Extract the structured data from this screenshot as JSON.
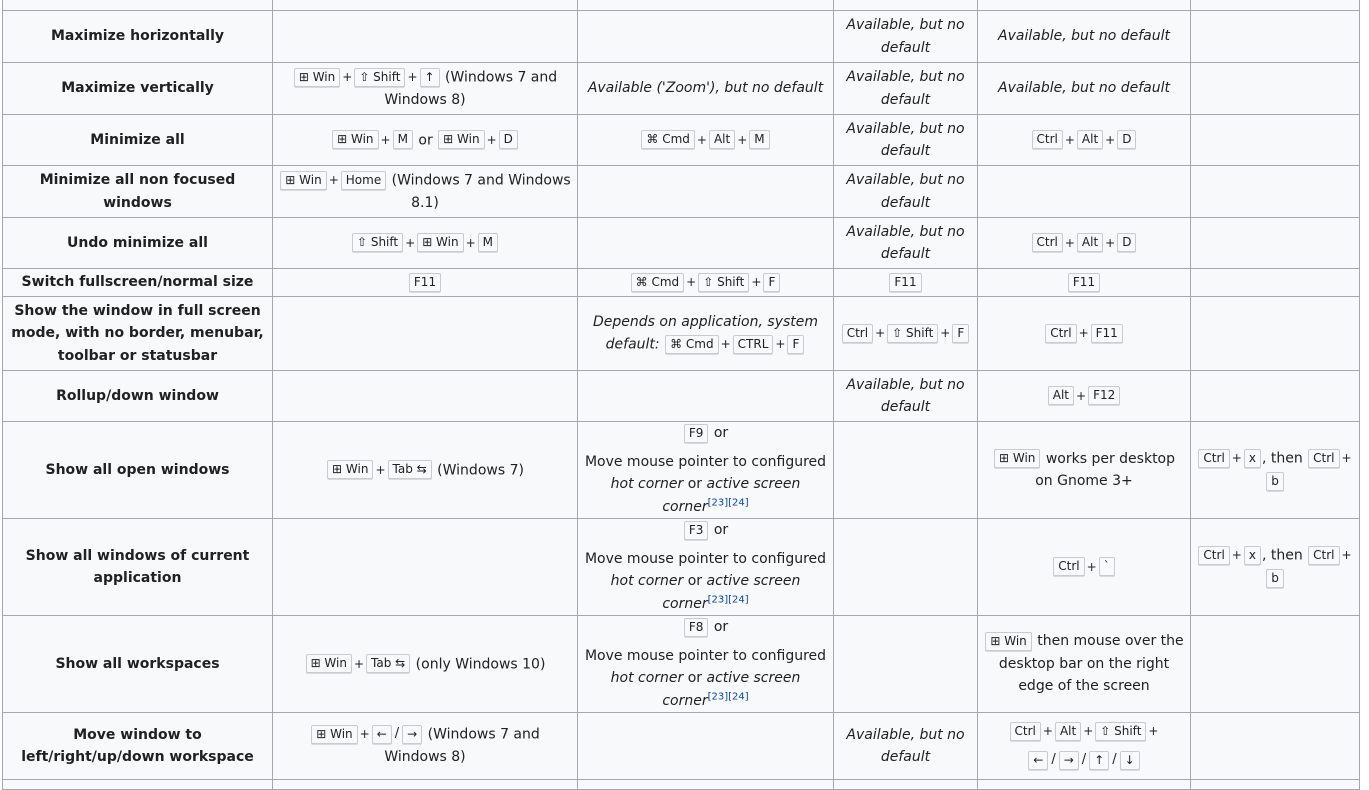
{
  "rows": [
    {
      "label": "",
      "win": [],
      "mac": [],
      "kde": [],
      "gnome": [],
      "emacs": []
    },
    {
      "label": "Maximize horizontally",
      "win": [],
      "mac": [],
      "kde": [
        {
          "t": "i",
          "v": "Available, but no default"
        }
      ],
      "gnome": [
        {
          "t": "i",
          "v": "Available, but no default"
        }
      ],
      "emacs": []
    },
    {
      "label": "Maximize vertically",
      "win": [
        {
          "t": "k",
          "v": "⊞ Win"
        },
        {
          "t": "p"
        },
        {
          "t": "k",
          "v": "⇧ Shift"
        },
        {
          "t": "p"
        },
        {
          "t": "k",
          "v": "↑"
        },
        {
          "t": "s",
          "v": " (Windows 7 and Windows 8)"
        }
      ],
      "mac": [
        {
          "t": "i",
          "v": "Available ('Zoom'), but no default"
        }
      ],
      "kde": [
        {
          "t": "i",
          "v": "Available, but no default"
        }
      ],
      "gnome": [
        {
          "t": "i",
          "v": "Available, but no default"
        }
      ],
      "emacs": []
    },
    {
      "label": "Minimize all",
      "win": [
        {
          "t": "k",
          "v": "⊞ Win"
        },
        {
          "t": "p"
        },
        {
          "t": "k",
          "v": "M"
        },
        {
          "t": "s",
          "v": " or "
        },
        {
          "t": "k",
          "v": "⊞ Win"
        },
        {
          "t": "p"
        },
        {
          "t": "k",
          "v": "D"
        }
      ],
      "mac": [
        {
          "t": "k",
          "v": "⌘ Cmd"
        },
        {
          "t": "p"
        },
        {
          "t": "k",
          "v": "Alt"
        },
        {
          "t": "p"
        },
        {
          "t": "k",
          "v": "M"
        }
      ],
      "kde": [
        {
          "t": "i",
          "v": "Available, but no default"
        }
      ],
      "gnome": [
        {
          "t": "k",
          "v": "Ctrl"
        },
        {
          "t": "p"
        },
        {
          "t": "k",
          "v": "Alt"
        },
        {
          "t": "p"
        },
        {
          "t": "k",
          "v": "D"
        }
      ],
      "emacs": []
    },
    {
      "label": "Minimize all non focused windows",
      "win": [
        {
          "t": "k",
          "v": "⊞ Win"
        },
        {
          "t": "p"
        },
        {
          "t": "k",
          "v": "Home"
        },
        {
          "t": "s",
          "v": " (Windows 7 and Windows 8.1)"
        }
      ],
      "mac": [],
      "kde": [
        {
          "t": "i",
          "v": "Available, but no default"
        }
      ],
      "gnome": [],
      "emacs": []
    },
    {
      "label": "Undo minimize all",
      "win": [
        {
          "t": "k",
          "v": "⇧ Shift"
        },
        {
          "t": "p"
        },
        {
          "t": "k",
          "v": "⊞ Win"
        },
        {
          "t": "p"
        },
        {
          "t": "k",
          "v": "M"
        }
      ],
      "mac": [],
      "kde": [
        {
          "t": "i",
          "v": "Available, but no default"
        }
      ],
      "gnome": [
        {
          "t": "k",
          "v": "Ctrl"
        },
        {
          "t": "p"
        },
        {
          "t": "k",
          "v": "Alt"
        },
        {
          "t": "p"
        },
        {
          "t": "k",
          "v": "D"
        }
      ],
      "emacs": []
    },
    {
      "label": "Switch fullscreen/normal size",
      "win": [
        {
          "t": "k",
          "v": "F11"
        }
      ],
      "mac": [
        {
          "t": "k",
          "v": "⌘ Cmd"
        },
        {
          "t": "p"
        },
        {
          "t": "k",
          "v": "⇧ Shift"
        },
        {
          "t": "p"
        },
        {
          "t": "k",
          "v": "F"
        }
      ],
      "kde": [
        {
          "t": "k",
          "v": "F11"
        }
      ],
      "gnome": [
        {
          "t": "k",
          "v": "F11"
        }
      ],
      "emacs": []
    },
    {
      "label": "Show the window in full screen mode, with no border, menubar, toolbar or statusbar",
      "win": [],
      "mac": [
        {
          "t": "i",
          "v": "Depends on application, system default:"
        },
        {
          "t": "s",
          "v": " "
        },
        {
          "t": "k",
          "v": "⌘ Cmd"
        },
        {
          "t": "p"
        },
        {
          "t": "k",
          "v": "CTRL"
        },
        {
          "t": "p"
        },
        {
          "t": "k",
          "v": "F"
        }
      ],
      "kde": [
        {
          "t": "k",
          "v": "Ctrl"
        },
        {
          "t": "p"
        },
        {
          "t": "k",
          "v": "⇧ Shift"
        },
        {
          "t": "p"
        },
        {
          "t": "k",
          "v": "F"
        }
      ],
      "gnome": [
        {
          "t": "k",
          "v": "Ctrl"
        },
        {
          "t": "p"
        },
        {
          "t": "k",
          "v": "F11"
        }
      ],
      "emacs": []
    },
    {
      "label": "Rollup/down window",
      "win": [],
      "mac": [],
      "kde": [
        {
          "t": "i",
          "v": "Available, but no default"
        }
      ],
      "gnome": [
        {
          "t": "k",
          "v": "Alt"
        },
        {
          "t": "p"
        },
        {
          "t": "k",
          "v": "F12"
        }
      ],
      "emacs": []
    },
    {
      "label": "Show all open windows",
      "win": [
        {
          "t": "k",
          "v": "⊞ Win"
        },
        {
          "t": "p"
        },
        {
          "t": "k",
          "v": "Tab ⇆"
        },
        {
          "t": "s",
          "v": " (Windows 7)"
        }
      ],
      "mac": [
        {
          "t": "k",
          "v": "F9"
        },
        {
          "t": "s",
          "v": " or"
        },
        {
          "t": "br"
        },
        {
          "t": "s",
          "v": "Move mouse pointer to configured "
        },
        {
          "t": "i",
          "v": "hot corner"
        },
        {
          "t": "s",
          "v": " or "
        },
        {
          "t": "i",
          "v": "active screen corner"
        },
        {
          "t": "r",
          "v": "[23][24]"
        }
      ],
      "kde": [],
      "gnome": [
        {
          "t": "k",
          "v": "⊞ Win"
        },
        {
          "t": "s",
          "v": " works per desktop on Gnome 3+"
        }
      ],
      "emacs": [
        {
          "t": "k",
          "v": "Ctrl"
        },
        {
          "t": "p"
        },
        {
          "t": "k",
          "v": "x"
        },
        {
          "t": "s",
          "v": ", then "
        },
        {
          "t": "k",
          "v": "Ctrl"
        },
        {
          "t": "p"
        },
        {
          "t": "k",
          "v": "b"
        }
      ]
    },
    {
      "label": "Show all windows of current application",
      "win": [],
      "mac": [
        {
          "t": "k",
          "v": "F3"
        },
        {
          "t": "s",
          "v": " or"
        },
        {
          "t": "br"
        },
        {
          "t": "s",
          "v": "Move mouse pointer to configured "
        },
        {
          "t": "i",
          "v": "hot corner"
        },
        {
          "t": "s",
          "v": " or "
        },
        {
          "t": "i",
          "v": "active screen corner"
        },
        {
          "t": "r",
          "v": "[23][24]"
        }
      ],
      "kde": [],
      "gnome": [
        {
          "t": "k",
          "v": "Ctrl"
        },
        {
          "t": "p"
        },
        {
          "t": "k",
          "v": "`"
        }
      ],
      "emacs": [
        {
          "t": "k",
          "v": "Ctrl"
        },
        {
          "t": "p"
        },
        {
          "t": "k",
          "v": "x"
        },
        {
          "t": "s",
          "v": ", then "
        },
        {
          "t": "k",
          "v": "Ctrl"
        },
        {
          "t": "p"
        },
        {
          "t": "k",
          "v": "b"
        }
      ]
    },
    {
      "label": "Show all workspaces",
      "win": [
        {
          "t": "k",
          "v": "⊞ Win"
        },
        {
          "t": "p"
        },
        {
          "t": "k",
          "v": "Tab ⇆"
        },
        {
          "t": "s",
          "v": " (only Windows 10)"
        }
      ],
      "mac": [
        {
          "t": "k",
          "v": "F8"
        },
        {
          "t": "s",
          "v": " or"
        },
        {
          "t": "br"
        },
        {
          "t": "s",
          "v": "Move mouse pointer to configured "
        },
        {
          "t": "i",
          "v": "hot corner"
        },
        {
          "t": "s",
          "v": " or "
        },
        {
          "t": "i",
          "v": "active screen corner"
        },
        {
          "t": "r",
          "v": "[23][24]"
        }
      ],
      "kde": [],
      "gnome": [
        {
          "t": "k",
          "v": "⊞ Win"
        },
        {
          "t": "s",
          "v": " then mouse over the desktop bar on the right edge of the screen"
        }
      ],
      "emacs": []
    },
    {
      "label": "Move window to left/right/up/down workspace",
      "win": [
        {
          "t": "k",
          "v": "⊞ Win"
        },
        {
          "t": "p"
        },
        {
          "t": "k",
          "v": "←"
        },
        {
          "t": "d",
          "v": "/"
        },
        {
          "t": "k",
          "v": "→"
        },
        {
          "t": "s",
          "v": " (Windows 7 and Windows 8)"
        }
      ],
      "mac": [],
      "kde": [
        {
          "t": "i",
          "v": "Available, but no default"
        }
      ],
      "gnome": [
        {
          "t": "k",
          "v": "Ctrl"
        },
        {
          "t": "p"
        },
        {
          "t": "k",
          "v": "Alt"
        },
        {
          "t": "p"
        },
        {
          "t": "k",
          "v": "⇧ Shift"
        },
        {
          "t": "p"
        },
        {
          "t": "br"
        },
        {
          "t": "k",
          "v": "←"
        },
        {
          "t": "d",
          "v": "/"
        },
        {
          "t": "k",
          "v": "→"
        },
        {
          "t": "d",
          "v": "/"
        },
        {
          "t": "k",
          "v": "↑"
        },
        {
          "t": "d",
          "v": "/"
        },
        {
          "t": "k",
          "v": "↓"
        }
      ],
      "emacs": []
    },
    {
      "label": "",
      "win": [],
      "mac": [],
      "kde": [],
      "gnome": [],
      "emacs": []
    }
  ],
  "plus": "+"
}
